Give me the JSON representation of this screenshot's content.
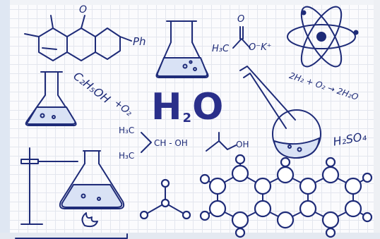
{
  "h2o": {
    "h": "H",
    "sub": "2",
    "o": "O"
  },
  "formulas": {
    "ph": "Ph",
    "ethanol": "C₂H₅OH",
    "plus_o2": "+O₂",
    "acetate_h3c": "H₃C",
    "acetate_o_top": "O",
    "acetate_ok": "O⁻K⁺",
    "reaction": "2H₂ + O₂ → 2H₂O",
    "sulfuric": "H₂SO₄",
    "isopropanol_h3c_top": "H₃C",
    "isopropanol_mid": "CH - OH",
    "isopropanol_h3c_bottom": "H₃C",
    "oh": "OH",
    "ketone_o": "O"
  },
  "colors": {
    "ink": "#1e2b78",
    "paper": "#fbfbfd",
    "grid": "#e3e6ee",
    "liquid": "#d9e2f5"
  }
}
